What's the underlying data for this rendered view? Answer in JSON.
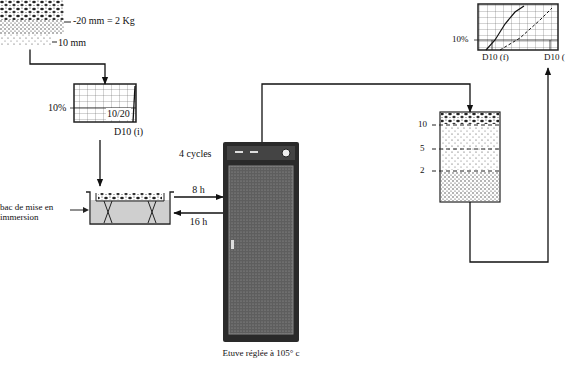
{
  "diagram": {
    "nodes": [
      {
        "text": [
          "-20 mm = 2 Kg",
          "10 mm"
        ]
      },
      {
        "text": [
          "10%",
          "10/20",
          "D10 (i)"
        ]
      },
      {
        "text": [
          "bac de mise en immersion"
        ]
      },
      {
        "text": [
          "Etuve réglée à 105° c"
        ]
      },
      {
        "text": [
          "10",
          "5",
          "2"
        ]
      },
      {
        "text": [
          "10%",
          "D10 (f)",
          "D10 ("
        ]
      }
    ],
    "edges": [
      {
        "from": 0,
        "to": 1,
        "arrow": "to"
      },
      {
        "from": 1,
        "to": 2,
        "arrow": "to"
      },
      {
        "from": 2,
        "to": 3,
        "label": "8 h",
        "arrow": "to"
      },
      {
        "from": 3,
        "to": 2,
        "label": "16 h",
        "arrow": "to"
      },
      {
        "from": 3,
        "to": 4,
        "arrow": "to"
      },
      {
        "from": 4,
        "to": 5,
        "arrow": "to"
      }
    ],
    "labels": [
      "4 cycles"
    ]
  }
}
